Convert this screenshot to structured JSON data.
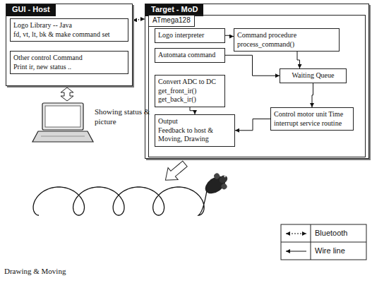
{
  "diagram": {
    "nodes": [
      {
        "text": [
          "GUI - Host"
        ]
      },
      {
        "text": [
          "Logo Library -- Java",
          "fd, vt, lt, bk & make command set"
        ],
        "in": 0
      },
      {
        "text": [
          "Other control Command",
          "Print ir, new status .."
        ],
        "in": 0
      },
      {
        "text": [
          "Target - MoD"
        ]
      },
      {
        "text": [
          "ATmega128"
        ],
        "in": 3
      },
      {
        "text": [
          "Logo interpreter"
        ],
        "in": 4
      },
      {
        "text": [
          "Automata command"
        ],
        "in": 4
      },
      {
        "text": [
          "Command procedure process_command()"
        ],
        "in": 4
      },
      {
        "text": [
          "Waiting Queue"
        ],
        "in": 4
      },
      {
        "text": [
          "Convert ADC to DC get_front_ir() get_back_ir()"
        ],
        "in": 4
      },
      {
        "text": [
          "Control motor unit Time interrupt service routine"
        ],
        "in": 4
      },
      {
        "text": [
          "Output",
          "Feedback to host & Moving, Drawing"
        ],
        "in": 4
      }
    ],
    "edges": [
      {
        "from": 0,
        "to": 3,
        "arrow": "both"
      },
      {
        "from": 5,
        "to": 7,
        "arrow": "to"
      },
      {
        "from": 7,
        "to": 8,
        "arrow": "to"
      },
      {
        "from": 6,
        "to": 8,
        "arrow": "to"
      },
      {
        "from": 8,
        "to": 10,
        "arrow": "to"
      },
      {
        "from": 10,
        "to": 11,
        "arrow": "to"
      },
      {
        "from": 9,
        "to": 11,
        "arrow": "to"
      }
    ],
    "labels": [
      "Showing status & picture",
      "Drawing & Moving"
    ],
    "legend": [
      {
        "text": "Bluetooth"
      },
      {
        "text": "Wire line"
      }
    ]
  }
}
